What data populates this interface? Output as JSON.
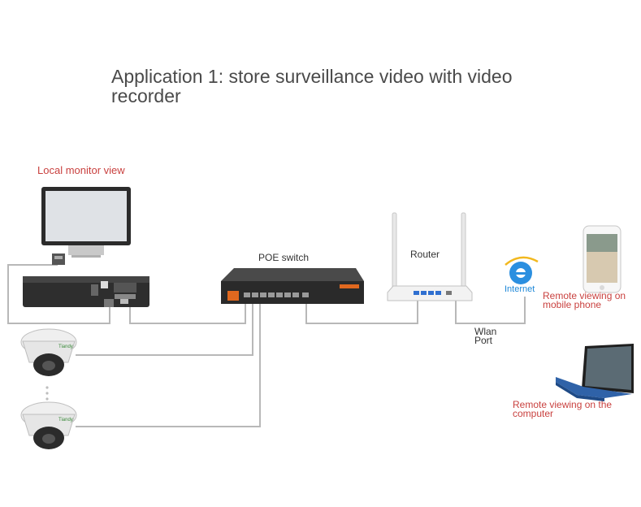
{
  "title": "Application 1: store surveillance video with video\nrecorder",
  "labels": {
    "local_monitor": "Local monitor view",
    "poe_switch": "POE switch",
    "router": "Router",
    "internet": "Internet",
    "wlan_port": "Wlan\nPort",
    "remote_mobile": "Remote viewing on\nmobile phone",
    "remote_computer": "Remote viewing on the\ncomputer",
    "camera_brand": "Tiandy"
  },
  "colors": {
    "link_line": "#b8b8b8",
    "label_red": "#c9413f",
    "device_dark": "#2a2a2a",
    "switch_accent": "#e0681f",
    "internet_blue": "#1e88d8"
  }
}
